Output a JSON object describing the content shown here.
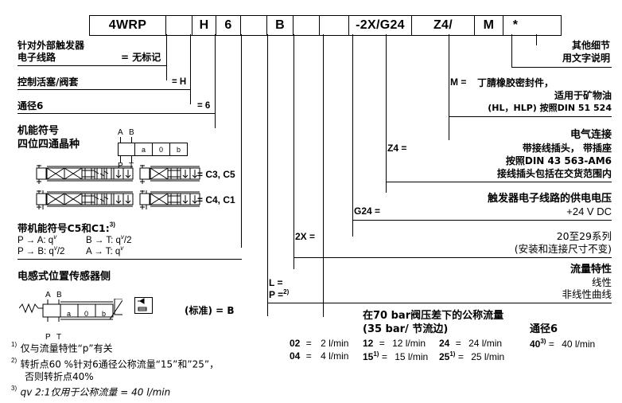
{
  "code_row": {
    "cells": [
      {
        "label": "4WRP",
        "width": 96
      },
      {
        "label": "",
        "width": 33
      },
      {
        "label": "H",
        "width": 30
      },
      {
        "label": "6",
        "width": 31
      },
      {
        "label": "",
        "width": 33
      },
      {
        "label": "B",
        "width": 33
      },
      {
        "label": "",
        "width": 33
      },
      {
        "label": "",
        "width": 37
      },
      {
        "label": "-2X/G24",
        "width": 79
      },
      {
        "label": "Z4/",
        "width": 79
      },
      {
        "label": "M",
        "width": 36
      },
      {
        "label": "*",
        "width": 30
      }
    ]
  },
  "left": {
    "block_electronics": {
      "line1": "针对外部触发器",
      "line2": "电子线路",
      "code": "=  无标记"
    },
    "block_spool": {
      "label": "控制活塞/阀套",
      "code": "= H"
    },
    "block_size": {
      "label": "通径6",
      "code": "= 6"
    },
    "block_symbol": {
      "title1": "机能符号",
      "title2": "四位四通晶种",
      "port_a": "A",
      "port_b": "B",
      "port_p": "P",
      "port_t": "T",
      "pos_a": "a",
      "pos_0": "0",
      "pos_b": "b",
      "code_row1": "= C3, C5",
      "code_row2": "= C4, C1"
    },
    "block_c5c1": {
      "title": "带机能符号C5和C1:",
      "title_sup": "3)",
      "r1c1": "P → A: q",
      "r1c1_sub": "v",
      "r1c2": "B → T: q",
      "r1c2_sub": "v",
      "r1c2_tail": "/2",
      "r2c1": "P → B: q",
      "r2c1_sub": "v",
      "r2c1_tail": "/2",
      "r2c2": "A → T: q",
      "r2c2_sub": "v"
    },
    "block_sensor": {
      "title": "电感式位置传感器侧",
      "port_a": "A",
      "port_b": "B",
      "port_p": "P",
      "port_t": "T",
      "pos_a": "a",
      "pos_0": "0",
      "pos_b": "b",
      "code": "(标准) = B"
    }
  },
  "footnotes": [
    {
      "sup": "1)",
      "text": "仅与流量特性“p”有关"
    },
    {
      "sup": "2)",
      "text": "转折点60 %针对6通径公称流量“15”和”25”，",
      "text2": "否则转折点40%"
    },
    {
      "sup": "3)",
      "text": "qv 2:1仅用于公称流量 = 40 l/min"
    }
  ],
  "right": {
    "block_other": {
      "line1": "其他细节",
      "line2": "用文字说明"
    },
    "block_seal": {
      "code": "M =",
      "line1": "丁腈橡胶密封件，",
      "line2": "适用于矿物油",
      "line3": "(HL，HLP) 按照DIN 51 524"
    },
    "block_electrical": {
      "code": "Z4 =",
      "title": "电气连接",
      "line1": "带接线插头，    带插座",
      "line2": "按照DIN 43 563-AM6",
      "line3": "接线插头包括在交货范围内"
    },
    "block_supply": {
      "code": "G24 =",
      "title": "触发器电子线路的供电电压",
      "line1": "+24 V DC"
    },
    "block_series": {
      "code": "2X =",
      "line1": "20至29系列",
      "line2": "(安装和连接尺寸不变)"
    },
    "block_flowchar": {
      "code_l": "L =",
      "code_p": "P =",
      "code_p_sup": "2)",
      "title": "流量特性",
      "line1": "线性",
      "line2": "非线性曲线"
    },
    "block_nominal": {
      "title1": "在70 bar阀压差下的公称流量",
      "title2": "(35 bar/ 节流边)",
      "size_label": "通径6",
      "col1": [
        {
          "code": "02",
          "eq": "=",
          "val": "2 l/min"
        },
        {
          "code": "04",
          "eq": "=",
          "val": "4 l/min"
        }
      ],
      "col2": [
        {
          "code": "12",
          "eq": "=",
          "val": "12 l/min"
        },
        {
          "code": "15",
          "sup": "1)",
          "eq": "=",
          "val": "15 l/min"
        }
      ],
      "col3": [
        {
          "code": "24",
          "eq": "=",
          "val": "24 l/min"
        },
        {
          "code": "25",
          "sup": "1)",
          "eq": "=",
          "val": "25 l/min"
        }
      ],
      "col4": [
        {
          "code": "40",
          "sup": "3)",
          "eq": "=",
          "val": "40 l/min"
        }
      ]
    }
  }
}
